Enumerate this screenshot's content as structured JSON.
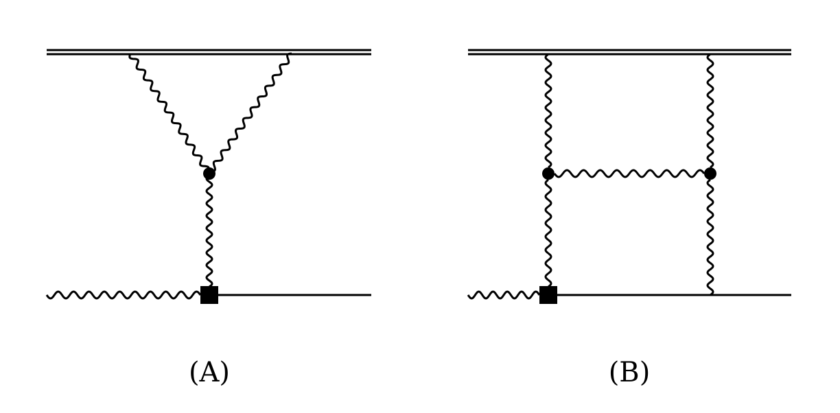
{
  "figure": {
    "diagrams": [
      {
        "id": "A",
        "label": "(A)",
        "description": "Triangle diagram: two wavy lines from double line meet at a dot vertex, one wavy line down to square vertex on lower line",
        "elements": [
          "double-line-top",
          "wavy-leg-left",
          "wavy-leg-right",
          "dot-vertex",
          "wavy-vertical",
          "square-vertex",
          "wavy-incoming",
          "solid-line-bottom"
        ]
      },
      {
        "id": "B",
        "label": "(B)",
        "description": "Ladder diagram: two vertical wavy lines connecting double line and lower line, joined by horizontal wavy line between two dot vertices",
        "elements": [
          "double-line-top",
          "wavy-vertical-left",
          "wavy-vertical-right",
          "dot-vertex-left",
          "dot-vertex-right",
          "wavy-horizontal",
          "square-vertex",
          "wavy-incoming",
          "solid-line-bottom"
        ]
      }
    ],
    "colors": {
      "stroke": "#000000",
      "background": "#ffffff"
    }
  }
}
